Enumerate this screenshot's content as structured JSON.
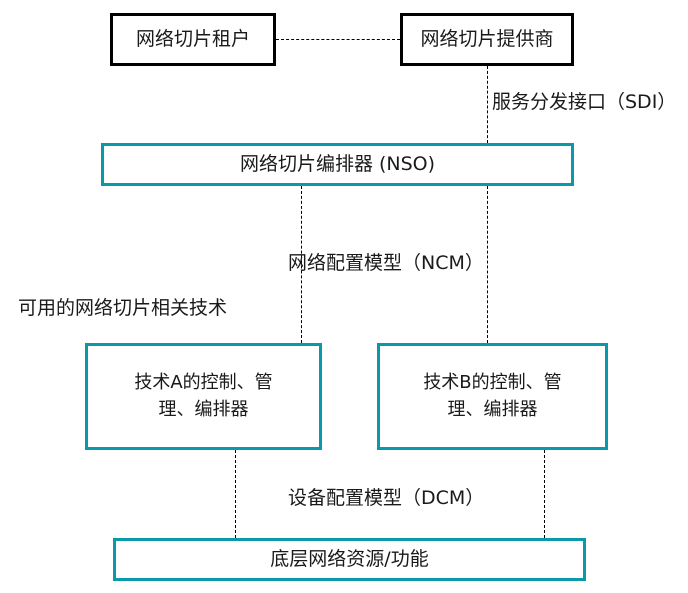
{
  "diagram": {
    "title_internal": "network-slicing-architecture",
    "colors": {
      "teal_border": "#0a98ab",
      "black_border": "#000000",
      "text": "#1a1a1a",
      "background": "#ffffff"
    },
    "nodes": {
      "tenant": {
        "label": "网络切片租户"
      },
      "provider": {
        "label": "网络切片提供商"
      },
      "nso": {
        "label": "网络切片编排器 (NSO)"
      },
      "tech_a": {
        "label": "技术A的控制、管理、编排器"
      },
      "tech_b": {
        "label": "技术B的控制、管理、编排器"
      },
      "resources": {
        "label": "底层网络资源/功能"
      }
    },
    "interface_labels": {
      "sdi": "服务分发接口（SDI）",
      "ncm": "网络配置模型（NCM）",
      "dcm": "设备配置模型（DCM）"
    },
    "annotations": {
      "available_tech": "可用的网络切片相关技术"
    },
    "connectors": [
      {
        "name": "tenant-to-provider",
        "style": "dashed",
        "orientation": "horizontal"
      },
      {
        "name": "provider-to-nso",
        "style": "dashed",
        "orientation": "vertical"
      },
      {
        "name": "nso-to-tech-a",
        "style": "dashed",
        "orientation": "vertical"
      },
      {
        "name": "nso-to-tech-b",
        "style": "dashed",
        "orientation": "vertical"
      },
      {
        "name": "tech-a-to-resources",
        "style": "dashed",
        "orientation": "vertical"
      },
      {
        "name": "tech-b-to-resources",
        "style": "dashed",
        "orientation": "vertical"
      }
    ]
  }
}
